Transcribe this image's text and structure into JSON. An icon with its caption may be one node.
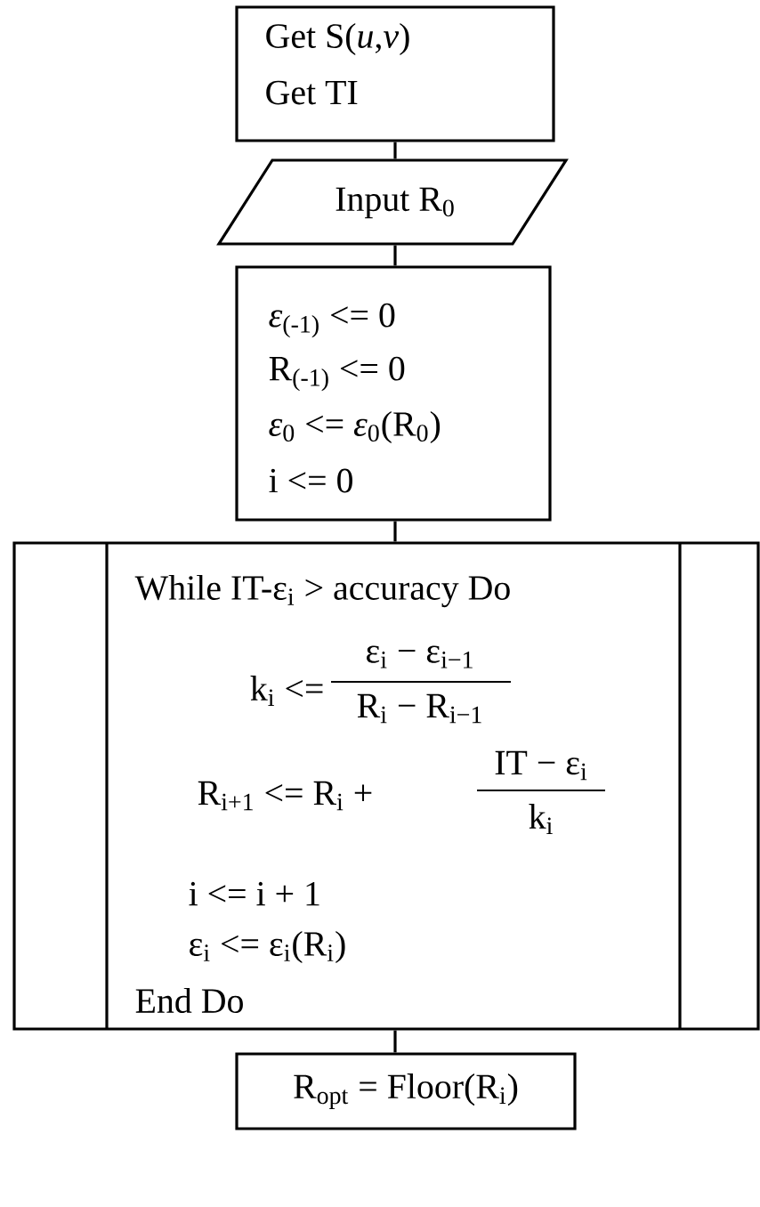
{
  "diagram": {
    "nodes": [
      {
        "text": [
          "Get S(*u*,*v*)",
          "Get TI"
        ]
      },
      {
        "text": [
          "Input R$_{0}$"
        ]
      },
      {
        "text": [
          "*ε*$_{(-1)}$ <= 0",
          "R$_{(-1)}$ <= 0",
          "*ε*$_{0}$ <= *ε*$_{0}$(R$_{0}$)",
          "i <= 0"
        ]
      },
      {
        "text": [
          "While IT-ε$_{i}$ > accuracy Do",
          "k$_{i}$ <=",
          "ε$_{i}$ − ε$_{i−1}$",
          "R$_{i}$ − R$_{i−1}$",
          "R$_{i+1}$ <= R$_{i}$ +",
          "IT − ε$_{i}$",
          "k$_{i}$",
          "i <= i + 1",
          "ε$_{i}$ <= ε$_{i}$(R$_{i}$)",
          "End Do"
        ]
      },
      {
        "text": [
          "R$_{opt}$ = Floor(R$_{i}$)"
        ]
      }
    ],
    "edges": [
      {
        "from": 0,
        "to": 1,
        "arrow": "none"
      },
      {
        "from": 1,
        "to": 2,
        "arrow": "none"
      },
      {
        "from": 2,
        "to": 3,
        "arrow": "none"
      },
      {
        "from": 3,
        "to": 4,
        "arrow": "none"
      }
    ]
  }
}
